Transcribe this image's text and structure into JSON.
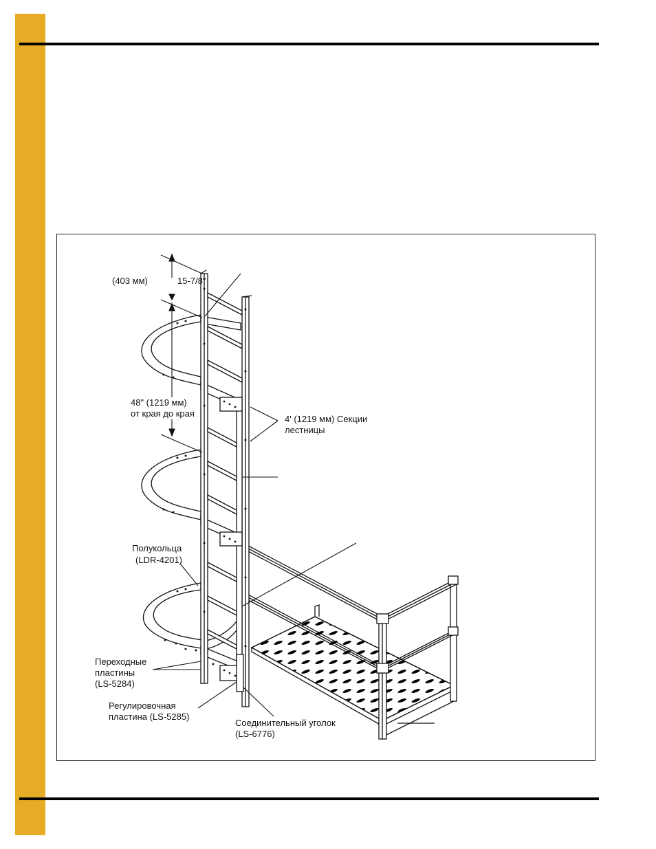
{
  "colors": {
    "sidebar": "#e6ac26",
    "ink": "#111111"
  },
  "labels": {
    "spacing_mm": "(403 мм)",
    "spacing_in": "15-7/8\"",
    "edge_line1": "48\" (1219 мм)",
    "edge_line2": "от края до края",
    "sections_line1": "4' (1219 мм) Секции",
    "sections_line2": "лестницы",
    "half_rings_line1": "Полукольца",
    "half_rings_line2": "(LDR-4201)",
    "transition_line1": "Переходные",
    "transition_line2": "пластины",
    "transition_line3": "(LS-5284)",
    "adjust_line1": "Регулировочная",
    "adjust_line2": "пластина (LS-5285)",
    "corner_line1": "Соединительный уголок",
    "corner_line2": "(LS-6776)"
  }
}
